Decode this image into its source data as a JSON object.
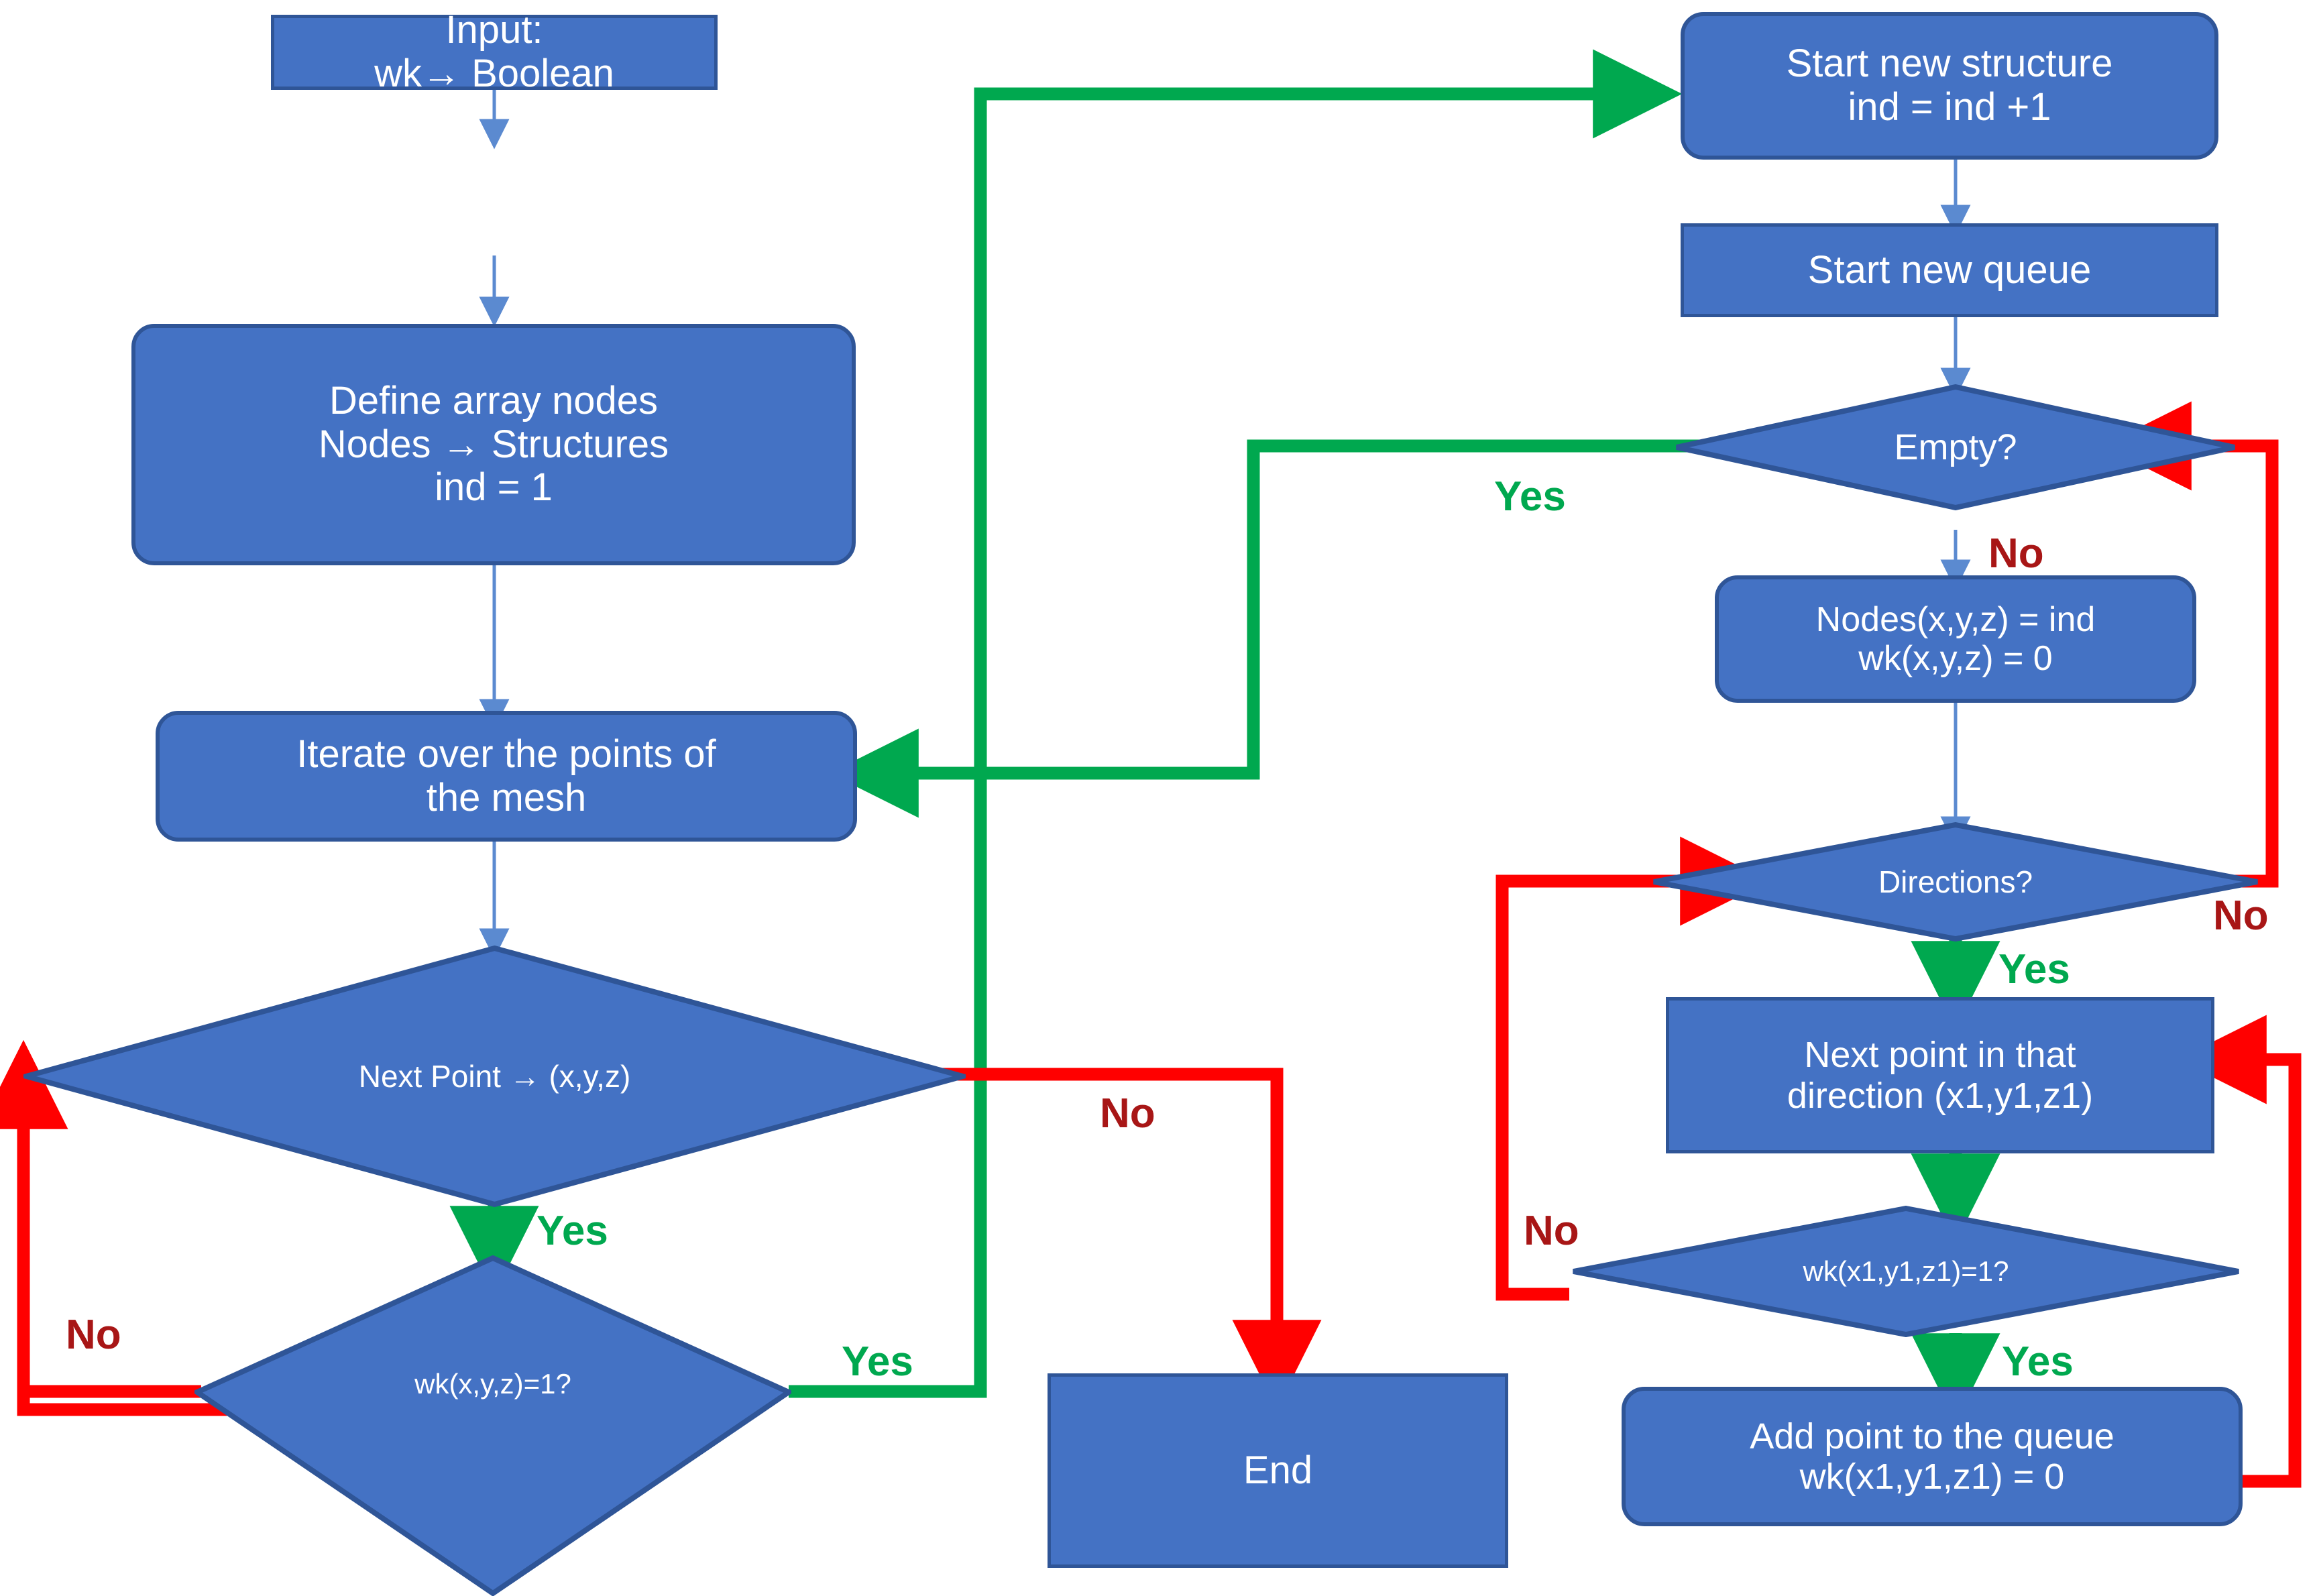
{
  "diagram": {
    "title": "Flood-fill structure labelling flowchart",
    "colors": {
      "node_fill": "#4472C4",
      "node_border": "#2F5597",
      "yes_edge": "#00A84F",
      "no_edge": "#FF0000",
      "no_label": "#A81616",
      "yes_label": "#00A84F",
      "plain_edge": "#5B8AD0",
      "background": "#FFFFFF"
    }
  },
  "nodes": {
    "input": {
      "line1": "Input:",
      "line2": "wk→ Boolean"
    },
    "define_array": {
      "line1": "Define array nodes",
      "line2": "Nodes → Structures",
      "line3": "ind = 1"
    },
    "iterate": {
      "line1": "Iterate over the points of",
      "line2": "the mesh"
    },
    "next_point": {
      "line1": "Next Point → (x,y,z)"
    },
    "wk_xyz": {
      "line1": "wk(x,y,z)=1?"
    },
    "end": {
      "line1": "End"
    },
    "start_structure": {
      "line1": "Start new structure",
      "line2": "ind = ind +1"
    },
    "start_queue": {
      "line1": "Start new queue"
    },
    "empty": {
      "line1": "Empty?"
    },
    "nodes_assign": {
      "line1": "Nodes(x,y,z) = ind",
      "line2": "wk(x,y,z) = 0"
    },
    "directions": {
      "line1": "Directions?"
    },
    "next_dir_point": {
      "line1": "Next point in that",
      "line2": "direction (x1,y1,z1)"
    },
    "wk_x1y1z1": {
      "line1": "wk(x1,y1,z1)=1?"
    },
    "add_queue": {
      "line1": "Add point to the queue",
      "line2": "wk(x1,y1,z1) = 0"
    }
  },
  "edge_labels": {
    "next_point_no": "No",
    "next_point_yes": "Yes",
    "wk_xyz_no": "No",
    "wk_xyz_yes": "Yes",
    "to_end_no": "No",
    "empty_yes": "Yes",
    "empty_no": "No",
    "directions_no": "No",
    "directions_yes": "Yes",
    "wk1_no": "No",
    "wk1_yes": "Yes"
  }
}
